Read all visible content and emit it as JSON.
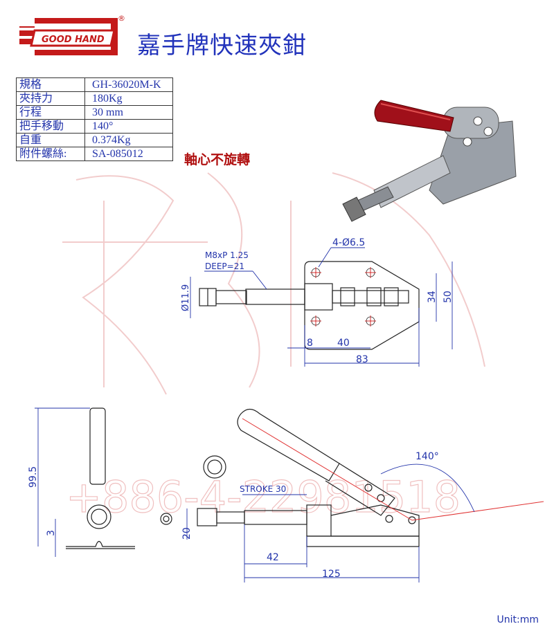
{
  "brand": {
    "logo_text": "GOOD HAND",
    "registered": "®"
  },
  "title": "嘉手牌快速夾鉗",
  "specs": [
    {
      "label": "規格",
      "value": "GH-36020M-K"
    },
    {
      "label": "夾持力",
      "value": "180Kg"
    },
    {
      "label": "行程",
      "value": "30 mm"
    },
    {
      "label": "把手移動",
      "value": "140°"
    },
    {
      "label": "自重",
      "value": "0.374Kg"
    },
    {
      "label": "附件螺絲:",
      "value": "SA-085012"
    }
  ],
  "note": "軸心不旋轉",
  "watermark": "+886-4-22981518",
  "top_view": {
    "holes": "4-Ø6.5",
    "thread": "M8xP 1.25",
    "depth": "DEEP=21",
    "rod_dia": "Ø11.9",
    "dim_34": "34",
    "dim_50": "50",
    "dim_8": "8",
    "dim_40": "40",
    "dim_83": "83"
  },
  "side_view": {
    "height": "99.5",
    "base": "3",
    "dim_20": "20",
    "stroke": "STROKE 30",
    "dim_42": "42",
    "dim_125": "125",
    "angle": "140°"
  },
  "unit": "Unit:mm",
  "colors": {
    "blue": "#2233aa",
    "red": "#b01010",
    "logo_red": "#c41a1a",
    "watermark": "#f0c8c8"
  }
}
